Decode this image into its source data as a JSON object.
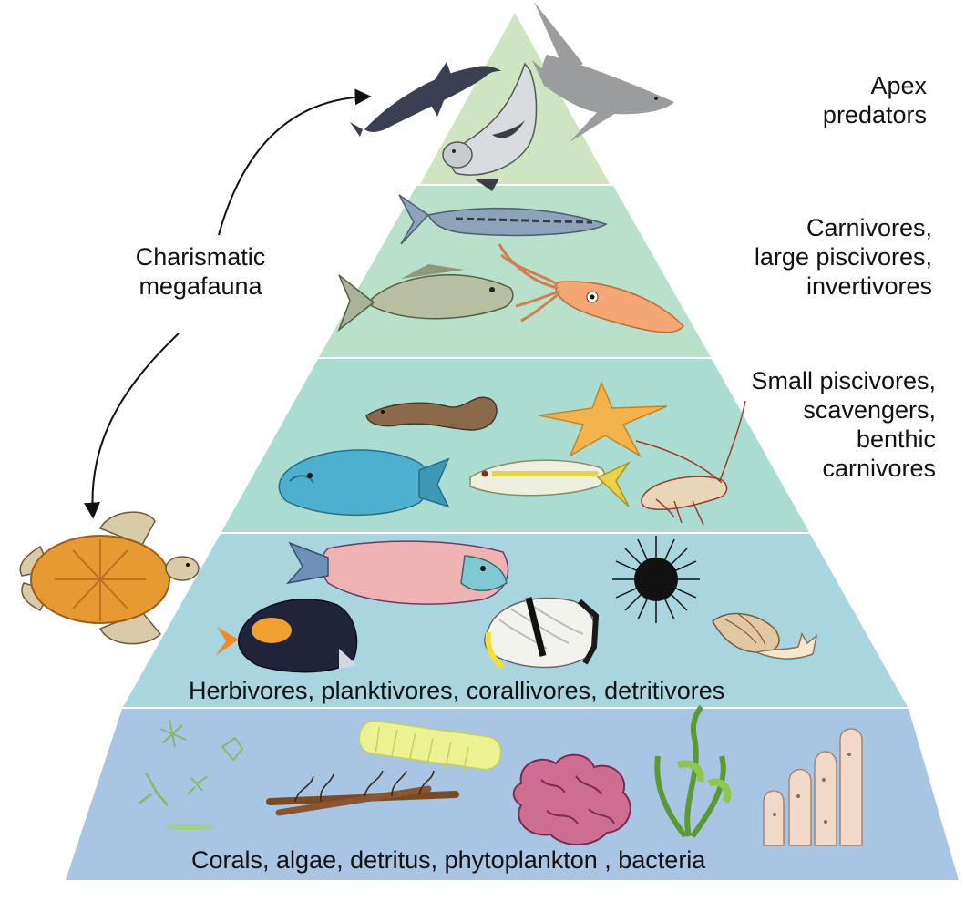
{
  "pyramid": {
    "levels": [
      {
        "id": "apex",
        "lines": [
          "Apex",
          "predators"
        ],
        "fill": "#cfe4c1"
      },
      {
        "id": "carnivores",
        "lines": [
          "Carnivores,",
          "large piscivores,",
          "invertivores"
        ],
        "fill": "#b8e0ca"
      },
      {
        "id": "small-piscivores",
        "lines": [
          "Small piscivores,",
          "scavengers,",
          "benthic",
          "carnivores"
        ],
        "fill": "#abdcd2"
      },
      {
        "id": "herbivores",
        "lines": [
          "Herbivores, planktivores, corallivores, detritivores"
        ],
        "fill": "#a9d5df"
      },
      {
        "id": "producers",
        "lines": [
          "Corals, algae, detritus, phytoplankton , bacteria"
        ],
        "fill": "#a8c6e4"
      }
    ]
  },
  "callout": {
    "lines": [
      "Charismatic",
      "megafauna"
    ]
  },
  "icons": {
    "apex": [
      "dolphin-icon",
      "seal-icon",
      "shark-icon"
    ],
    "carnivores": [
      "barracuda-icon",
      "snapper-icon",
      "squid-icon"
    ],
    "small_piscivores": [
      "moray-eel-icon",
      "starfish-icon",
      "parrotfish-icon",
      "goatfish-icon",
      "shrimp-icon"
    ],
    "herbivores": [
      "parrotfish-icon",
      "sea-urchin-icon",
      "surgeonfish-icon",
      "butterflyfish-icon",
      "sea-snail-icon"
    ],
    "producers": [
      "phytoplankton-icon",
      "diatom-chain-icon",
      "detritus-icon",
      "coral-icon",
      "seaweed-icon",
      "finger-coral-icon"
    ],
    "callout": [
      "sea-turtle-icon"
    ]
  }
}
